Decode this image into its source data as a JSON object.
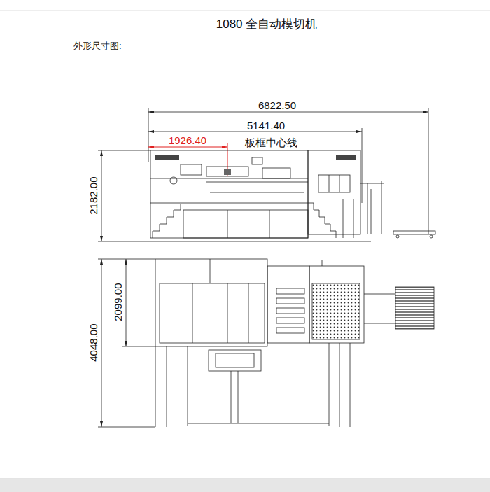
{
  "diagram": {
    "title": "1080 全自动模切机",
    "labels": [
      "外形尺寸图:",
      "6822.50",
      "5141.40",
      "1926.40",
      "板框中心线",
      "2182.00",
      "2099.00",
      "4048.00"
    ]
  }
}
